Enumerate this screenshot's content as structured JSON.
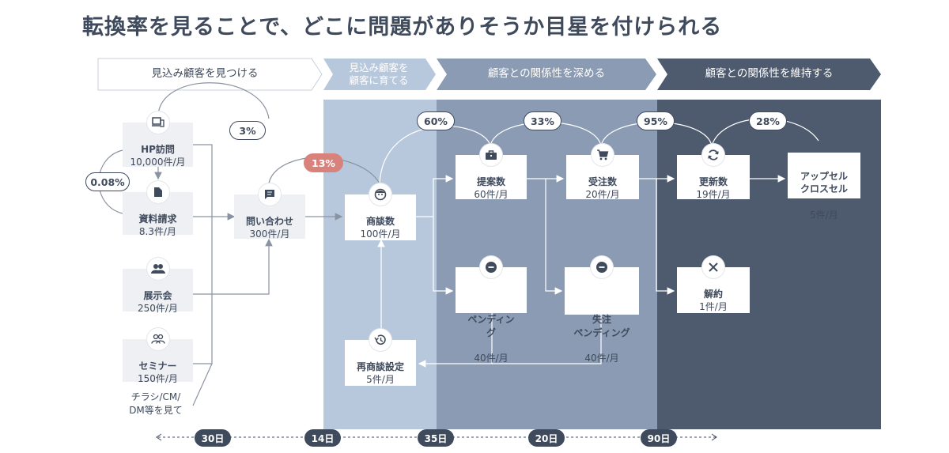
{
  "title": "転換率を見ることで、どこに問題がありそうか目星を付けられる",
  "stages": {
    "s1": "見込み顧客を見つける",
    "s2": "見込み顧客を\n顧客に育てる",
    "s3": "顧客との関係性を深める",
    "s4": "顧客との関係性を維持する"
  },
  "nodes": {
    "hp": {
      "name": "HP訪問",
      "value": "10,000件/月",
      "icon": "device-icon"
    },
    "doc": {
      "name": "資料請求",
      "value": "8.3件/月",
      "icon": "document-icon"
    },
    "expo": {
      "name": "展示会",
      "value": "250件/月",
      "icon": "people-icon"
    },
    "seminar": {
      "name": "セミナー",
      "value": "150件/月",
      "icon": "people-outline-icon"
    },
    "inquiry": {
      "name": "問い合わせ",
      "value": "300件/月",
      "icon": "chat-icon"
    },
    "deal": {
      "name": "商談数",
      "value": "100件/月",
      "icon": "face-icon"
    },
    "proposal": {
      "name": "提案数",
      "value": "60件/月",
      "icon": "briefcase-icon"
    },
    "pending": {
      "name": "ペンディン\nグ",
      "value": "40件/月",
      "icon": "minus-circle-icon"
    },
    "order": {
      "name": "受注数",
      "value": "20件/月",
      "icon": "cart-icon"
    },
    "lost_pending": {
      "name": "失注\nペンディング",
      "value": "40件/月",
      "icon": "minus-circle-icon"
    },
    "reschedule": {
      "name": "再商談設定",
      "value": "5件/月",
      "icon": "history-icon"
    },
    "renewal": {
      "name": "更新数",
      "value": "19件/月",
      "icon": "refresh-icon"
    },
    "cancel": {
      "name": "解約",
      "value": "1件/月",
      "icon": "close-icon"
    },
    "upsell": {
      "name": "アップセル\nクロスセル",
      "value": "5件/月",
      "icon": ""
    }
  },
  "rates": {
    "r1": "0.08%",
    "r2": "3%",
    "r3": "13%",
    "r4": "60%",
    "r5": "33%",
    "r6": "95%",
    "r7": "28%"
  },
  "note": "チラシ/CM/\nDM等を見て",
  "days": [
    "30日",
    "14日",
    "35日",
    "20日",
    "90日"
  ],
  "colors": {
    "zone2": "#b7c8dc",
    "zone3": "#8a9bb3",
    "zone4": "#4e5a6e",
    "text": "#3f4a5c",
    "red_pill": "#d9827c"
  }
}
